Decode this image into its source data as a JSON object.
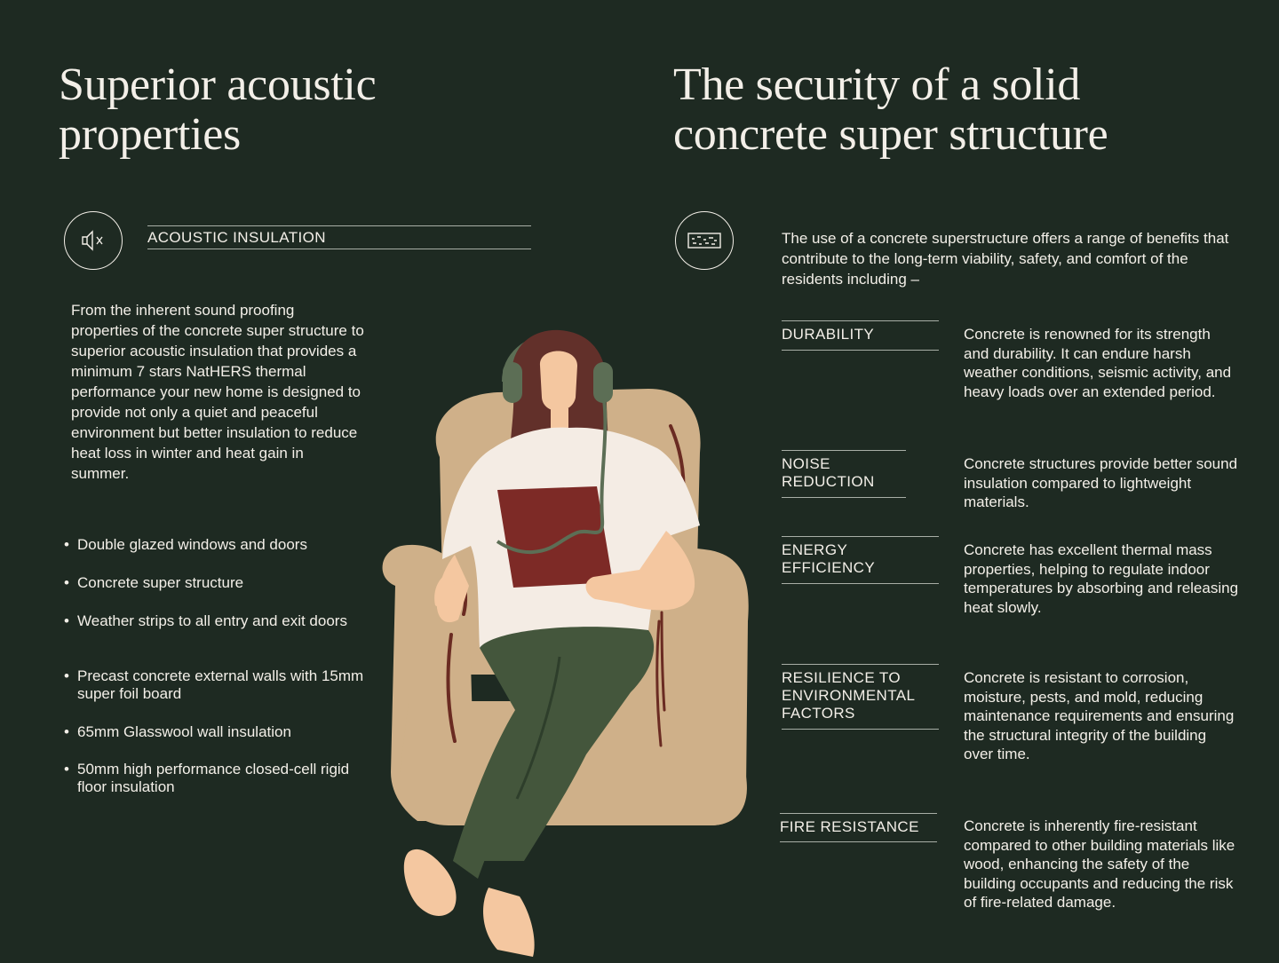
{
  "left": {
    "title": "Superior acoustic properties",
    "icon": "muted-speaker-icon",
    "section_label": "ACOUSTIC INSULATION",
    "paragraph": "From the inherent sound proofing properties of the concrete super structure to superior acoustic insulation that provides a minimum 7 stars NatHERS thermal performance your new home is designed to provide not only a quiet and peaceful environment but better insulation to reduce heat loss in winter and heat gain in summer.",
    "features": [
      "Double glazed windows and doors",
      "Concrete super structure",
      "Weather strips to all entry and exit doors",
      "Precast concrete external walls with 15mm super foil board",
      "65mm Glasswool wall insulation",
      "50mm high performance closed-cell rigid floor insulation"
    ],
    "bullet": "•"
  },
  "right": {
    "title": "The security of a solid concrete super structure",
    "icon": "concrete-slab-icon",
    "intro": "The use of a concrete superstructure offers a range of benefits that contribute to the long-term viability, safety, and comfort of the residents including –",
    "benefits": [
      {
        "label": "DURABILITY",
        "description": "Concrete is renowned for its strength and durability. It can endure harsh weather conditions, seismic activity, and heavy loads over an extended period."
      },
      {
        "label": "NOISE REDUCTION",
        "description": "Concrete structures provide better sound insulation compared to lightweight materials."
      },
      {
        "label": "ENERGY EFFICIENCY",
        "description": "Concrete has excellent thermal mass properties, helping to regulate indoor temperatures by absorbing and releasing heat slowly."
      },
      {
        "label": "RESILIENCE TO ENVIRONMENTAL FACTORS",
        "description": "Concrete is resistant to corrosion, moisture, pests, and mold, reducing maintenance requirements and ensuring the structural integrity of the building over time."
      },
      {
        "label": "FIRE RESISTANCE",
        "description": "Concrete is inherently fire-resistant compared to other building materials like wood, enhancing the safety of the building occupants and reducing the risk of fire-related damage."
      }
    ]
  },
  "illustration": "woman-with-headphones-in-armchair",
  "colors": {
    "background": "#1e2a22",
    "text": "#f3efe8",
    "armchair": "#cfb089",
    "shirt": "#f4ece4",
    "trousers": "#44563c",
    "tablet": "#7d2a26",
    "hair": "#62302a",
    "skin": "#f4c7a0",
    "headphones": "#5c6e55"
  }
}
